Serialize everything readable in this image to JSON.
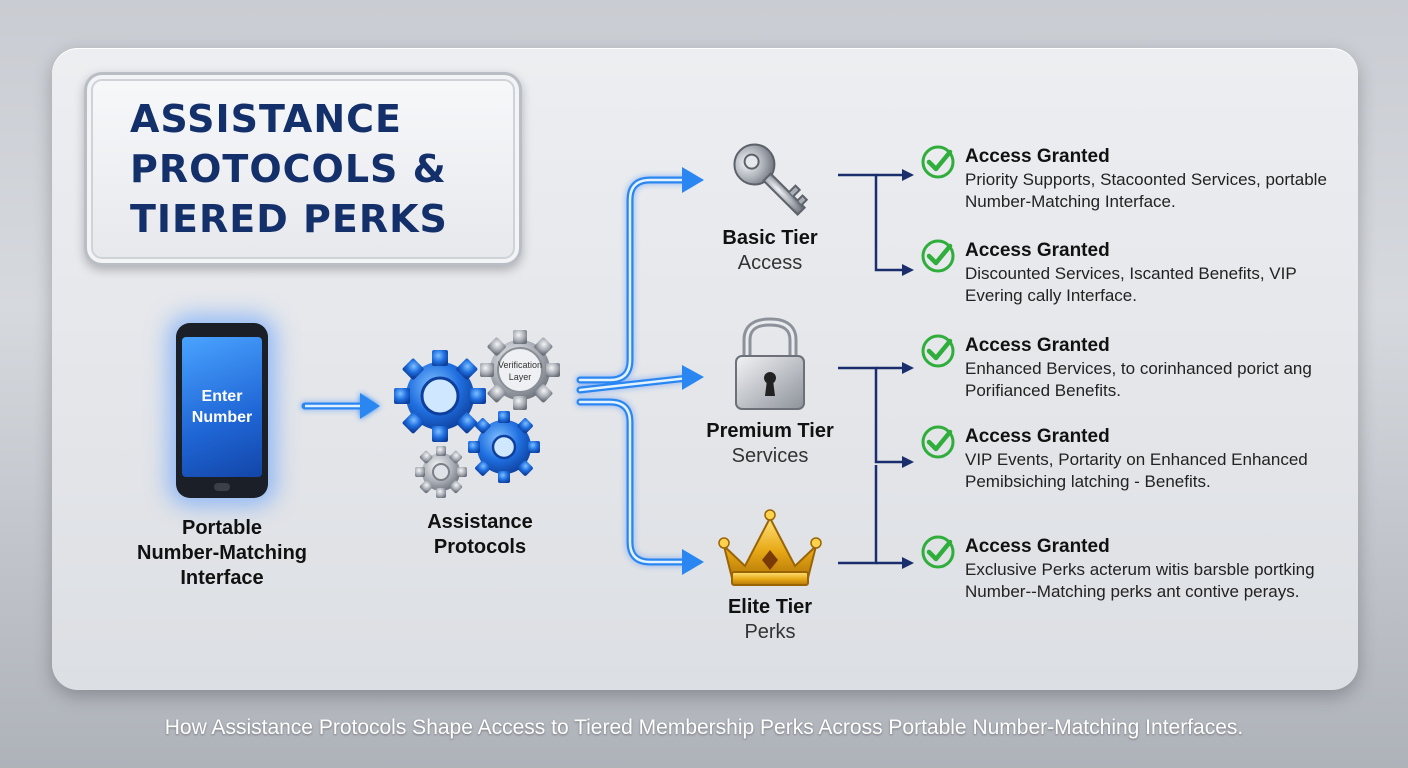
{
  "title": {
    "line1": "ASSISTANCE",
    "line2": "PROTOCOLS &",
    "line3": "TIERED PERKS"
  },
  "phone": {
    "screen_line1": "Enter",
    "screen_line2": "Number",
    "label_line1": "Portable",
    "label_line2": "Number-Matching",
    "label_line3": "Interface"
  },
  "gears": {
    "badge_line1": "Verification",
    "badge_line2": "Layer",
    "label_line1": "Assistance",
    "label_line2": "Protocols"
  },
  "tiers": [
    {
      "name": "Basic Tier",
      "sub": "Access",
      "icon": "key-icon"
    },
    {
      "name": "Premium Tier",
      "sub": "Services",
      "icon": "padlock-icon"
    },
    {
      "name": "Elite Tier",
      "sub": "Perks",
      "icon": "crown-icon"
    }
  ],
  "grants": [
    {
      "head": "Access Granted",
      "desc": "Priority Supports, Stacoonted Services, portable Number-Matching Interface."
    },
    {
      "head": "Access Granted",
      "desc": "Discounted Services, Iscanted Benefits, VIP Evering cally Interface."
    },
    {
      "head": "Access Granted",
      "desc": "Enhanced Bervices, to corinhanced porict ang Porifianced Benefits."
    },
    {
      "head": "Access Granted",
      "desc": "VIP Events, Portarity on Enhanced Enhanced Pemibsiching latching - Benefits."
    },
    {
      "head": "Access Granted",
      "desc": "Exclusive Perks acterum witis barsble portking Number-­-Matching perks ant contive perays."
    }
  ],
  "caption": "How Assistance Protocols Shape Access to Tiered Membership Perks Across Portable Number-Matching Interfaces.",
  "colors": {
    "navy": "#14306b",
    "blue_arrow": "#2a86f0",
    "check_green": "#2fae3b",
    "connector": "#1a2e6e"
  }
}
